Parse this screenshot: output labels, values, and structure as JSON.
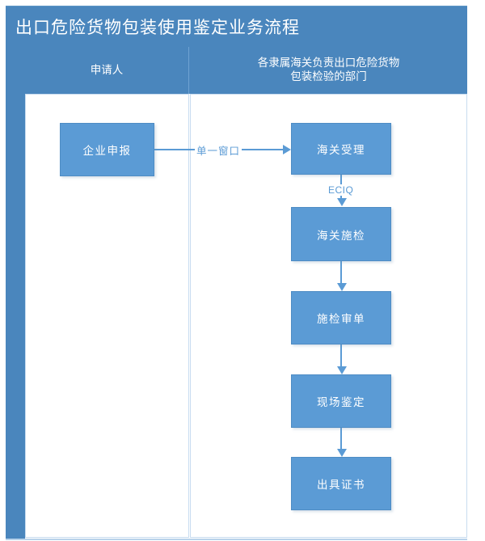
{
  "title": "出口危险货物包装使用鉴定业务流程",
  "colors": {
    "header_band": "#4A86BD",
    "node_fill": "#5B9BD5",
    "connector": "#5B9BD5",
    "lane_border": "#C8DCF0",
    "text_on_blue": "#FFFFFF"
  },
  "lanes": [
    {
      "id": "applicant",
      "header": "申请人"
    },
    {
      "id": "customs-dept",
      "header": "各隶属海关负责出口危险货物\n包装检验的部门",
      "header_line1": "各隶属海关负责出口危险货物",
      "header_line2": "包装检验的部门"
    }
  ],
  "nodes": [
    {
      "id": "enterprise-declaration",
      "label": "企业申报",
      "lane": "applicant"
    },
    {
      "id": "customs-acceptance",
      "label": "海关受理",
      "lane": "customs-dept"
    },
    {
      "id": "customs-inspection",
      "label": "海关施检",
      "lane": "customs-dept"
    },
    {
      "id": "inspection-review",
      "label": "施检审单",
      "lane": "customs-dept"
    },
    {
      "id": "onsite-appraisal",
      "label": "现场鉴定",
      "lane": "customs-dept"
    },
    {
      "id": "issue-certificate",
      "label": "出具证书",
      "lane": "customs-dept"
    }
  ],
  "edges": [
    {
      "id": "e1",
      "from": "enterprise-declaration",
      "to": "customs-acceptance",
      "label": "单一窗口",
      "direction": "right"
    },
    {
      "id": "e2",
      "from": "customs-acceptance",
      "to": "customs-inspection",
      "label": "ECIQ",
      "direction": "down"
    },
    {
      "id": "e3",
      "from": "customs-inspection",
      "to": "inspection-review",
      "label": "",
      "direction": "down"
    },
    {
      "id": "e4",
      "from": "inspection-review",
      "to": "onsite-appraisal",
      "label": "",
      "direction": "down"
    },
    {
      "id": "e5",
      "from": "onsite-appraisal",
      "to": "issue-certificate",
      "label": "",
      "direction": "down"
    }
  ]
}
